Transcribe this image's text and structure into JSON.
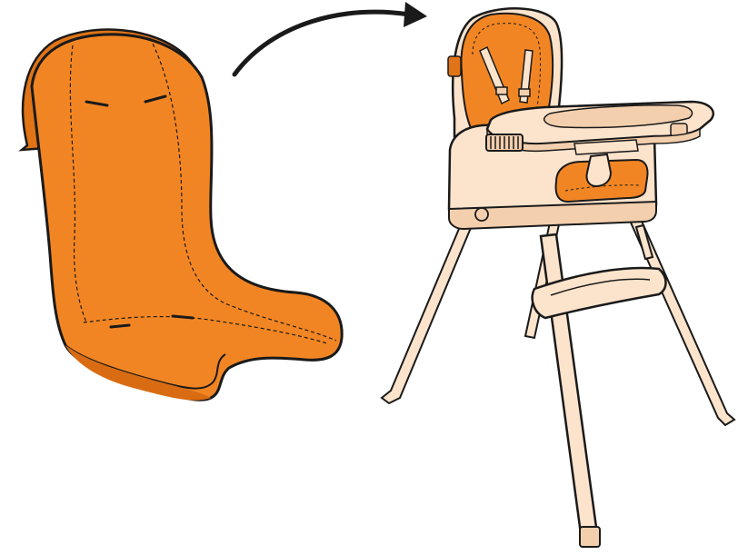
{
  "illustration": {
    "components": [
      {
        "name": "seat-cushion",
        "icon": "seat-cushion-icon"
      },
      {
        "name": "install-arrow",
        "icon": "curved-arrow-icon"
      },
      {
        "name": "high-chair",
        "icon": "high-chair-icon"
      }
    ],
    "colors": {
      "cushion": "#F28523",
      "cushion_shade": "#E07416",
      "frame": "#FCE3CC",
      "frame_shade": "#F3CFAE",
      "outline": "#1A1A1A",
      "background": "#FFFFFF"
    }
  }
}
